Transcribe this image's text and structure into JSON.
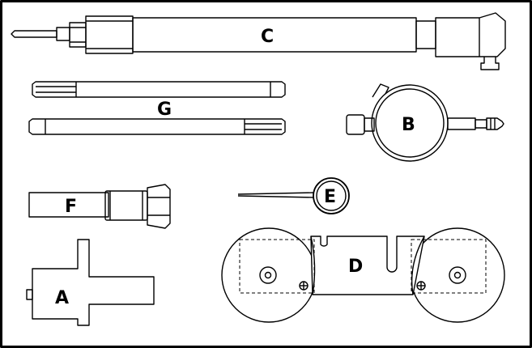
{
  "labels": {
    "a": "A",
    "b": "B",
    "c": "C",
    "d": "D",
    "e": "E",
    "f": "F",
    "g": "G"
  },
  "colors": {
    "ink": "#000000",
    "paper": "#ffffff"
  }
}
